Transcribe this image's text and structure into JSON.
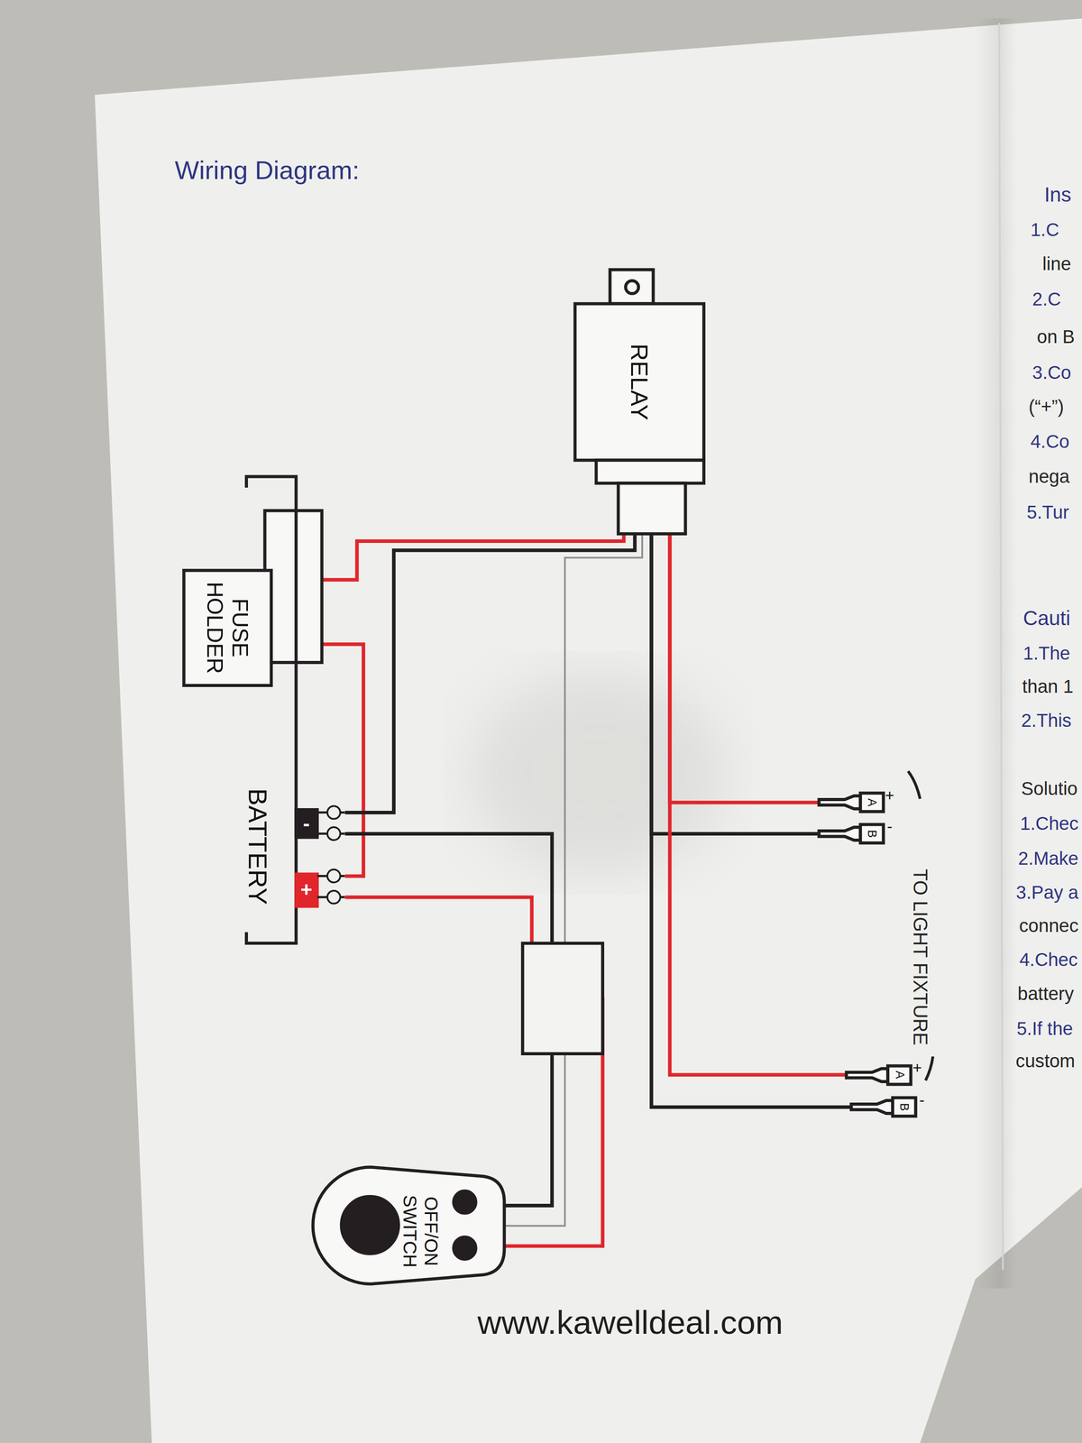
{
  "diagram": {
    "title": "Wiring Diagram:",
    "nodes": [
      {
        "text": [
          "RELAY"
        ]
      },
      {
        "text": [
          "FUSE HOLDER"
        ]
      },
      {
        "text": [
          "BATTERY"
        ]
      },
      {
        "text": [
          "A",
          "+"
        ]
      },
      {
        "text": [
          "B",
          "-"
        ]
      },
      {
        "text": [
          "A",
          "+"
        ]
      },
      {
        "text": [
          "B",
          "-"
        ]
      },
      {
        "text": [
          "OFF/ON SWITCH"
        ]
      }
    ],
    "edges": [
      {
        "from": 0,
        "to": 1,
        "arrow": "none"
      },
      {
        "from": 1,
        "to": 2,
        "arrow": "none"
      },
      {
        "from": 0,
        "to": 2,
        "arrow": "none"
      },
      {
        "from": 0,
        "to": 3,
        "arrow": "none"
      },
      {
        "from": 0,
        "to": 4,
        "arrow": "none"
      },
      {
        "from": 0,
        "to": 5,
        "arrow": "none"
      },
      {
        "from": 0,
        "to": 6,
        "arrow": "none"
      },
      {
        "from": 2,
        "to": 7,
        "arrow": "none"
      },
      {
        "from": 2,
        "to": 7,
        "arrow": "none"
      },
      {
        "from": 0,
        "to": 7,
        "arrow": "none"
      }
    ],
    "labels": [
      "-",
      "+",
      "TO LIGHT FIXTURE",
      "www.kawelldeal.com",
      "Ins",
      "1.C",
      "line",
      "2.C",
      "on B",
      "3.Co",
      "(“+”)",
      "4.Co",
      "nega",
      "5.Tur",
      "Cauti",
      "1.The",
      "than 1",
      "2.This",
      "Solutio",
      "1.Chec",
      "2.Make",
      "3.Pay a",
      "connec",
      "4.Chec",
      "battery",
      "5.If the",
      "custom"
    ]
  }
}
